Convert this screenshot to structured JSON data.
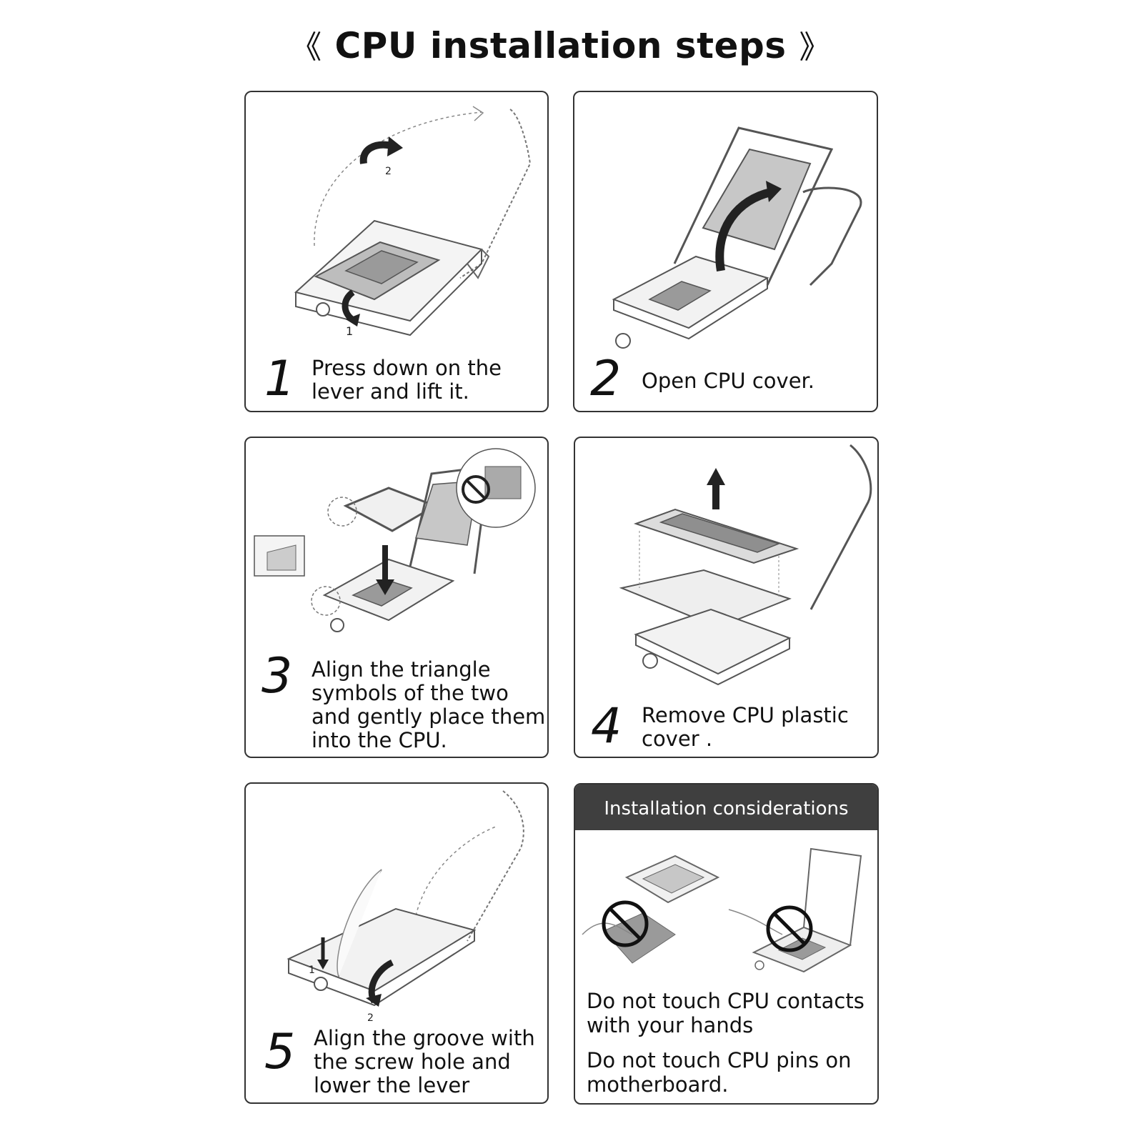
{
  "title": "CPU installation steps",
  "title_brackets": {
    "left": "《",
    "right": "》"
  },
  "steps": [
    {
      "number": "1",
      "text": "Press down on the lever and lift it.",
      "labels": [
        "1",
        "2"
      ]
    },
    {
      "number": "2",
      "text": "Open CPU cover."
    },
    {
      "number": "3",
      "text": "Align the triangle symbols of the two and gently place them into the CPU."
    },
    {
      "number": "4",
      "text": "Remove CPU plastic cover ."
    },
    {
      "number": "5",
      "text": "Align the groove with the screw hole and lower the lever",
      "labels": [
        "1",
        "2"
      ]
    }
  ],
  "considerations": {
    "heading": "Installation considerations",
    "notes": [
      "Do not touch CPU contacts with your hands",
      "Do not touch CPU pins on motherboard."
    ]
  },
  "colors": {
    "border": "#333333",
    "header_bg": "#3f3f3f",
    "line": "#444444",
    "shade": "#bdbdbd"
  },
  "icons": [
    "curved-arrow-icon",
    "down-arrow-icon",
    "up-arrow-icon",
    "prohibited-icon"
  ]
}
